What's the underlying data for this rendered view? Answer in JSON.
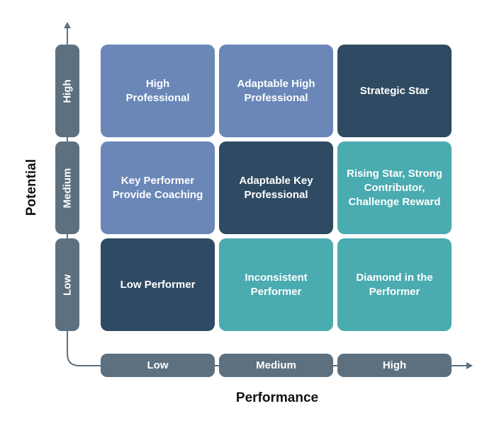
{
  "axes": {
    "y_title": "Potential",
    "x_title": "Performance",
    "y_levels": [
      "High",
      "Medium",
      "Low"
    ],
    "x_levels": [
      "Low",
      "Medium",
      "High"
    ]
  },
  "grid": {
    "rows": [
      {
        "potential": "High",
        "cells": [
          {
            "label": "High\nProfessional",
            "color": "#6a87b8"
          },
          {
            "label": "Adaptable High\nProfessional",
            "color": "#6a87b8"
          },
          {
            "label": "Strategic Star",
            "color": "#2f4b63"
          }
        ]
      },
      {
        "potential": "Medium",
        "cells": [
          {
            "label": "Key Performer\nProvide Coaching",
            "color": "#6a87b8"
          },
          {
            "label": "Adaptable Key\nProfessional",
            "color": "#2f4b63"
          },
          {
            "label": "Rising Star, Strong\nContributor,\nChallenge Reward",
            "color": "#4aabb0"
          }
        ]
      },
      {
        "potential": "Low",
        "cells": [
          {
            "label": "Low Performer",
            "color": "#2f4b63"
          },
          {
            "label": "Inconsistent\nPerformer",
            "color": "#4aabb0"
          },
          {
            "label": "Diamond in the\nPerformer",
            "color": "#4aabb0"
          }
        ]
      }
    ]
  },
  "colors": {
    "level_pill": "#5c7080",
    "axis_line": "#5c7080",
    "title_text": "#111111"
  }
}
